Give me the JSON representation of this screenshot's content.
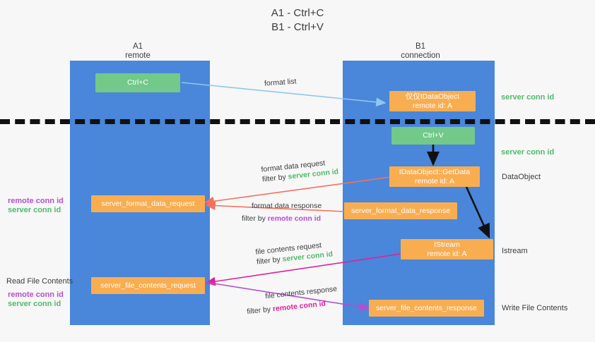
{
  "title": "A1 - Ctrl+C\nB1 - Ctrl+V",
  "columns": [
    {
      "name": "A1",
      "sub": "remote"
    },
    {
      "name": "B1",
      "sub": "connection"
    }
  ],
  "nodes": {
    "ctrl_c": {
      "line1": "Ctrl+C",
      "line2": ""
    },
    "idataobject_remote": {
      "line1": "仅仅IDataObject",
      "line2": "remote id: A"
    },
    "ctrl_v": {
      "line1": "Ctrl+V",
      "line2": ""
    },
    "getdata": {
      "line1": "IDataObject::GetData",
      "line2": "remote id: A"
    },
    "server_format_data_request": {
      "line1": "server_format_data_request",
      "line2": ""
    },
    "server_format_data_response": {
      "line1": "server_format_data_response",
      "line2": ""
    },
    "istream": {
      "line1": "IStream",
      "line2": "remote id: A"
    },
    "server_file_contents_request": {
      "line1": "server_file_contents_request",
      "line2": ""
    },
    "server_file_contents_response": {
      "line1": "server_file_contents_response",
      "line2": ""
    }
  },
  "edge_labels": {
    "format_list": "format list",
    "format_data_request": "format data request",
    "format_data_request_filter_prefix": "filter by ",
    "format_data_request_filter_key": "server conn id",
    "format_data_response": "format data response",
    "format_data_response_filter_prefix": "filter by ",
    "format_data_response_filter_key": "remote conn id",
    "file_contents_request": "file contents request",
    "file_contents_request_filter_prefix": "filter by ",
    "file_contents_request_filter_key": "server conn id",
    "file_contents_response": "file contents response",
    "file_contents_response_filter_prefix": "filter by ",
    "file_contents_response_filter_key": "remote conn id"
  },
  "right_labels": {
    "server_conn_id_top": "server conn id",
    "server_conn_id_second": "server conn id",
    "dataobject": "DataObject",
    "istream": "Istream",
    "write_file_contents": "Write File Contents"
  },
  "left_labels": {
    "remote_conn_id_mid": "remote conn id",
    "server_conn_id_mid": "server conn id",
    "read_file_contents": "Read File Contents",
    "remote_conn_id_low": "remote conn id",
    "server_conn_id_low": "server conn id"
  },
  "colors": {
    "lane": "#4a86d9",
    "green_node": "#72c989",
    "orange_node": "#f9ad51",
    "green_text": "#51b96c",
    "purple_text": "#b34fd0",
    "magenta_text": "#e0209a",
    "blue_arrow": "#8ec6ef",
    "red_arrow": "#f4705f",
    "black_arrow": "#111111",
    "background": "#f7f7f7"
  }
}
